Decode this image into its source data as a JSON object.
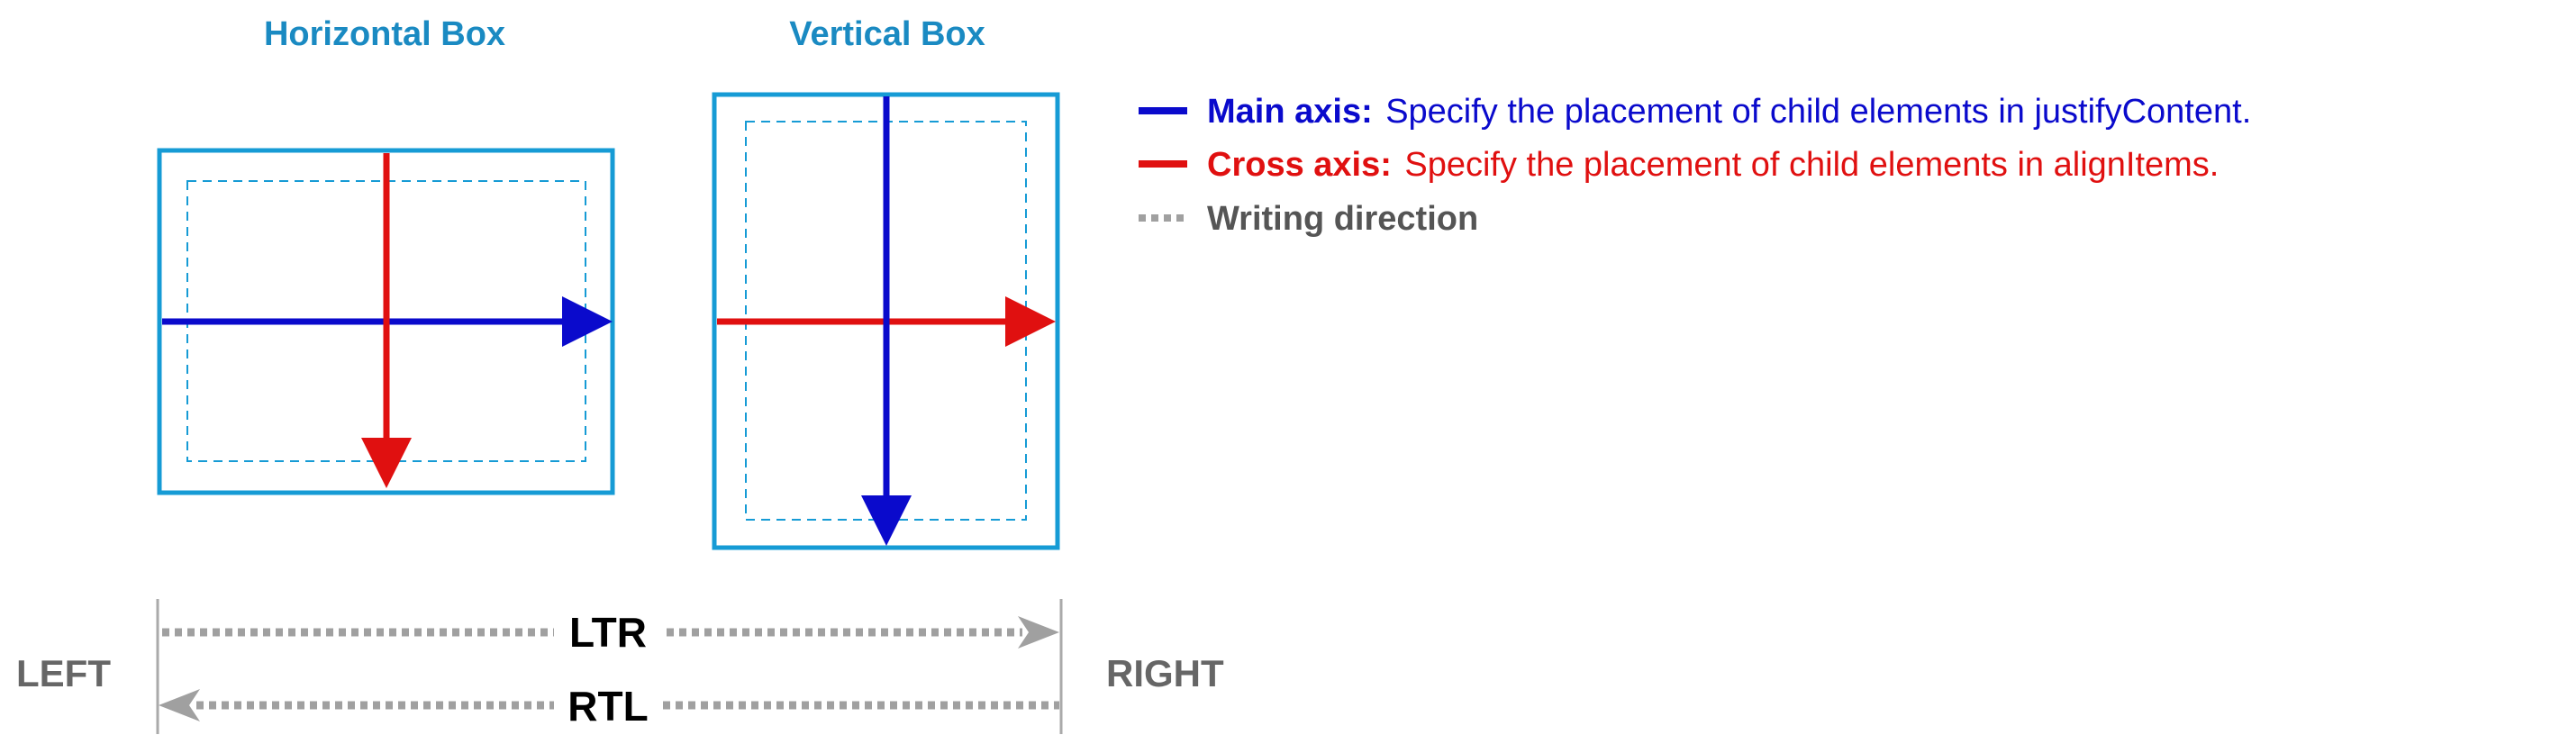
{
  "titles": {
    "horizontal": "Horizontal Box",
    "vertical": "Vertical Box"
  },
  "legend": {
    "main_axis": {
      "term": "Main axis:",
      "description": "Specify the placement of child elements in justifyContent."
    },
    "cross_axis": {
      "term": "Cross axis:",
      "description": "Specify the placement of child elements in alignItems."
    },
    "writing_direction": {
      "term": "Writing direction"
    }
  },
  "direction": {
    "left": "LEFT",
    "right": "RIGHT",
    "ltr": "LTR",
    "rtl": "RTL"
  },
  "colors": {
    "box_border": "#169bd5",
    "title": "#1a8ac2",
    "main_axis": "#0a0acc",
    "cross_axis": "#e01010",
    "writing": "#a0a0a0",
    "side_label": "#666666",
    "tick": "#aaaaaa"
  }
}
